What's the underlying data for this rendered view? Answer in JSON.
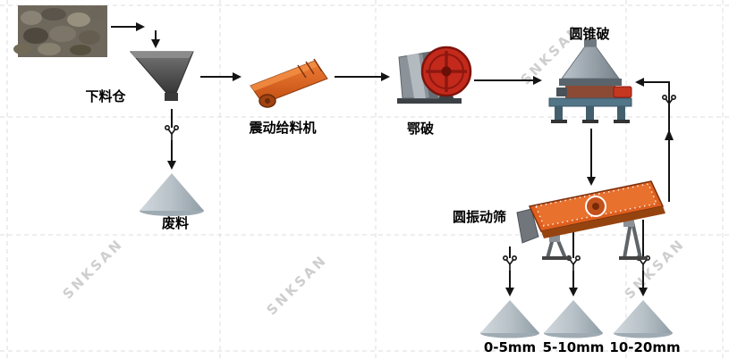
{
  "diagram": {
    "watermark": "SNKSAN",
    "nodes": {
      "feed_bin": "下料仓",
      "vibrating_feeder": "震动给料机",
      "jaw_crusher": "鄂破",
      "cone_crusher": "圆锥破",
      "circular_vibrating_screen": "圆振动筛",
      "waste": "废料"
    },
    "outputs": [
      "0-5mm",
      "5-10mm",
      "10-20mm"
    ],
    "colors": {
      "machine_orange": "#df5f1e",
      "flywheel_red": "#c32a1b",
      "stockpile_gray": "#b7c1c7",
      "base_blue_gray": "#527588",
      "arrow_black": "#141414"
    }
  }
}
